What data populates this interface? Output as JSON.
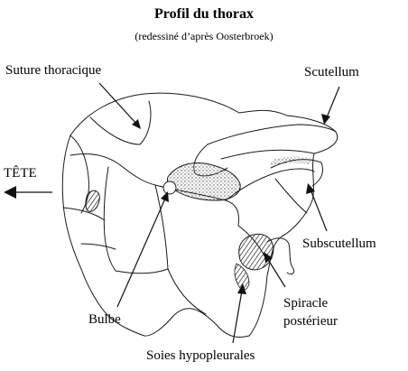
{
  "diagram": {
    "title": "Profil du thorax",
    "subtitle": "(redessiné d’après Oosterbroek)",
    "labels": {
      "suture": "Suture thoracique",
      "scutellum": "Scutellum",
      "tete": "TÊTE",
      "subscutellum": "Subscutellum",
      "spiracle_line1": "Spiracle",
      "spiracle_line2": "postérieur",
      "bulbe": "Bulbe",
      "soies": "Soies hypopleurales"
    }
  },
  "colors": {
    "ink": "#111111",
    "stipple": "#555555",
    "background": "#ffffff"
  }
}
